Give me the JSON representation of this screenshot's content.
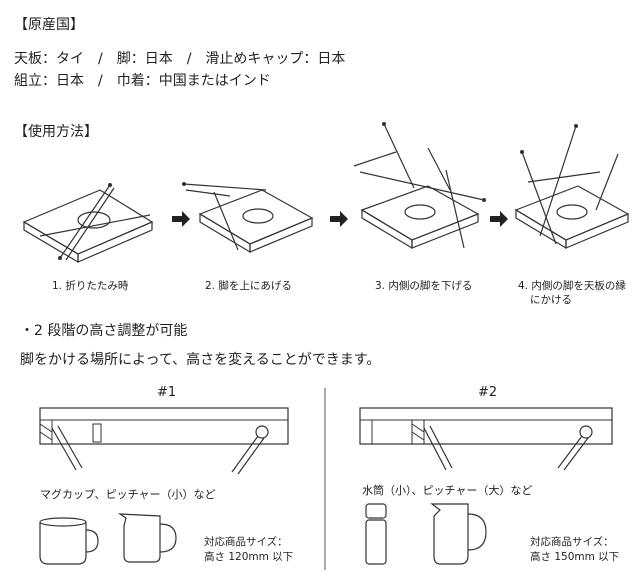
{
  "origin": {
    "heading": "【原産国】",
    "line1": "天板：タイ　/　脚：日本　/　滑止めキャップ：日本",
    "line2": "組立：日本　/　巾着：中国またはインド"
  },
  "usage": {
    "heading": "【使用方法】",
    "steps": [
      {
        "label": "1. 折りたたみ時"
      },
      {
        "label": "2. 脚を上にあげる"
      },
      {
        "label": "3. 内側の脚を下げる"
      },
      {
        "label_l1": "4. 内側の脚を天板の縁",
        "label_l2": "にかける"
      }
    ]
  },
  "height": {
    "heading": "・2 段階の高さ調整が可能",
    "description": "脚をかける場所によって、高さを変えることができます。",
    "options": [
      {
        "title": "#1",
        "items": "マグカップ、ピッチャー（小）など",
        "size_l1": "対応商品サイズ：",
        "size_l2": "高さ 120mm 以下"
      },
      {
        "title": "#2",
        "items": "水筒（小）、ピッチャー（大）など",
        "size_l1": "対応商品サイズ：",
        "size_l2": "高さ 150mm 以下"
      }
    ]
  }
}
